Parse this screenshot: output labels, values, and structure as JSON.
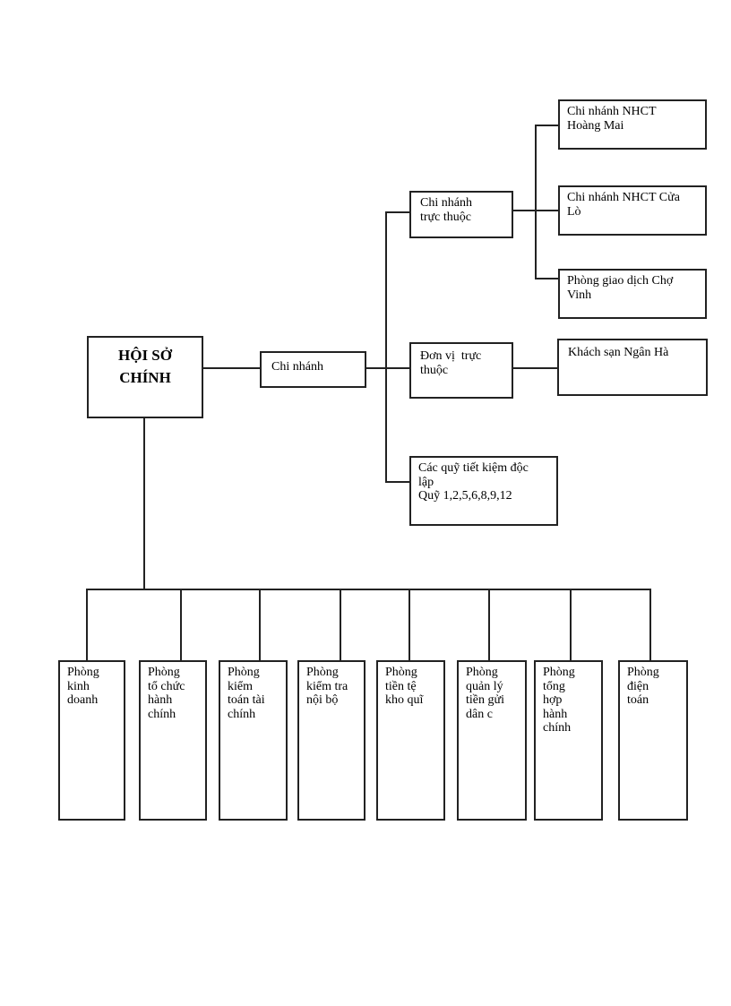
{
  "page": {
    "background_color": "#ffffff",
    "line_color": "#222222",
    "text_color": "#000000"
  },
  "chart": {
    "type": "org-chart",
    "root": {
      "label": "HỘI SỞ\nCHÍNH"
    },
    "level1": {
      "chi_nhanh": {
        "label": "Chi nhánh"
      }
    },
    "level2": {
      "chi_nhanh_truc_thuoc": {
        "label": "Chi nhánh\ntrực thuộc"
      },
      "don_vi_truc_thuoc": {
        "label": "Đơn vị  trực\nthuộc"
      },
      "cac_quy": {
        "label": "Các quỹ tiết kiệm độc\nlập\nQuỹ 1,2,5,6,8,9,12"
      }
    },
    "level3": {
      "hoang_mai": {
        "label": "Chi nhánh NHCT\nHoàng Mai",
        "parent": "Chi nhánh trực thuộc"
      },
      "cua_lo": {
        "label": "Chi nhánh NHCT Cửa\nLò",
        "parent": "Chi nhánh trực thuộc"
      },
      "cho_vinh": {
        "label": "Phòng giao dịch Chợ\nVinh",
        "parent": "Chi nhánh trực thuộc"
      },
      "khach_san": {
        "label": "Khách sạn Ngân Hà",
        "parent": "Đơn vị trực thuộc"
      }
    },
    "departments": [
      {
        "label": "Phòng\nkinh\ndoanh"
      },
      {
        "label": "Phòng\ntổ chức\nhành\nchính"
      },
      {
        "label": "Phòng\nkiểm\ntoán tài\nchính"
      },
      {
        "label": "Phòng\nkiểm tra\nnội bộ"
      },
      {
        "label": "Phòng\ntiền tệ\nkho quĩ"
      },
      {
        "label": "Phòng\nquản lý\ntiền gửi\ndân c"
      },
      {
        "label": "Phòng\ntổng\nhợp\nhành\nchính"
      },
      {
        "label": "Phòng\nđiện\ntoán"
      }
    ]
  }
}
